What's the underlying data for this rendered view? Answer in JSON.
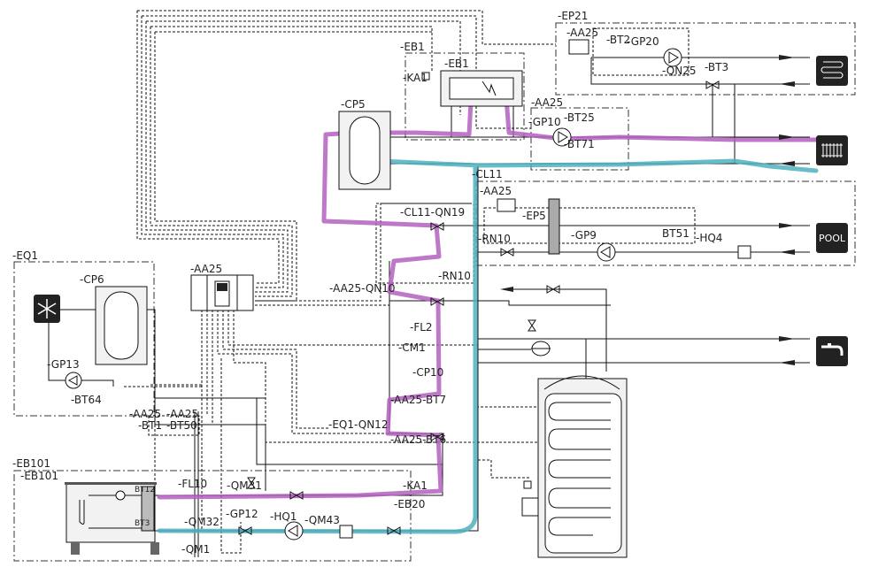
{
  "diagram": {
    "highlight_colors": {
      "supply": "#b460c0",
      "return": "#4fb0bf"
    },
    "labels": {
      "ep21": "-EP21",
      "ep21_aa25": "-AA25",
      "ep21_bt2": "-BT2",
      "ep21_gp20": "-GP20",
      "ep21_qn25": "-QN25",
      "ep21_bt3": "-BT3",
      "eb1_outer": "-EB1",
      "eb1_inner": "-EB1",
      "eb1_ka1": "-KA1",
      "cp5": "-CP5",
      "aa25_gp": "-AA25",
      "gp10": "-GP10",
      "bt25": "-BT25",
      "bt71": "-BT71",
      "cl11": "-CL11",
      "cl11_aa25": "-AA25",
      "cl11_qn19": "-CL11-QN19",
      "ep5": "-EP5",
      "rn10_pool": "-RN10",
      "gp9": "-GP9",
      "bt51": "BT51",
      "hq4": "-HQ4",
      "eq1": "-EQ1",
      "cp6": "-CP6",
      "gp13": "-GP13",
      "bt64": "-BT64",
      "aa25_main": "-AA25",
      "rn10": "-RN10",
      "aa25_qn10": "-AA25-QN10",
      "fl2": "-FL2",
      "cm1": "-CM1",
      "cp10": "-CP10",
      "aa25_bt7": "-AA25-BT7",
      "aa25_bt6": "-AA25-BT6",
      "eq1_qn12": "-EQ1-QN12",
      "bt1_aa25": "-AA25",
      "bt1": "-BT1",
      "bt50_aa25": "-AA25",
      "bt50": "-BT50",
      "eb101_outer": "-EB101",
      "eb101_inner": "-EB101",
      "bt12": "BT12",
      "bt3": "BT3",
      "fl10": "-FL10",
      "qm31": "-QM31",
      "qm32": "-QM32",
      "gp12": "-GP12",
      "hq1": "-HQ1",
      "qm43": "-QM43",
      "qm1": "-QM1",
      "ka1": "-KA1",
      "eb20": "-EB20"
    },
    "icons": {
      "floor_heating": "floor-heating-icon",
      "radiator": "radiator-icon",
      "pool": "POOL",
      "hot_water": "tap-icon",
      "cooling": "snowflake-icon"
    }
  }
}
